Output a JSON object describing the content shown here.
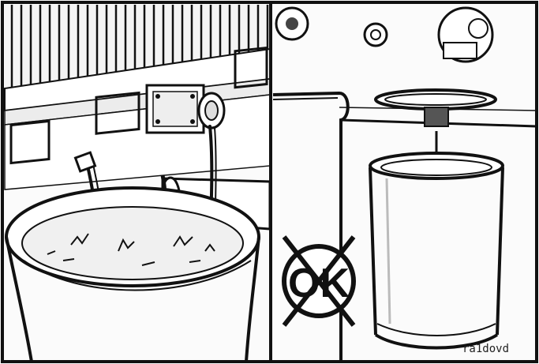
{
  "figure": {
    "left_panel": {
      "symbol": "none"
    },
    "right_panel": {
      "symbol": "ok-crossed"
    },
    "ok_label": "OK",
    "reference_code": "ra1dovd"
  }
}
